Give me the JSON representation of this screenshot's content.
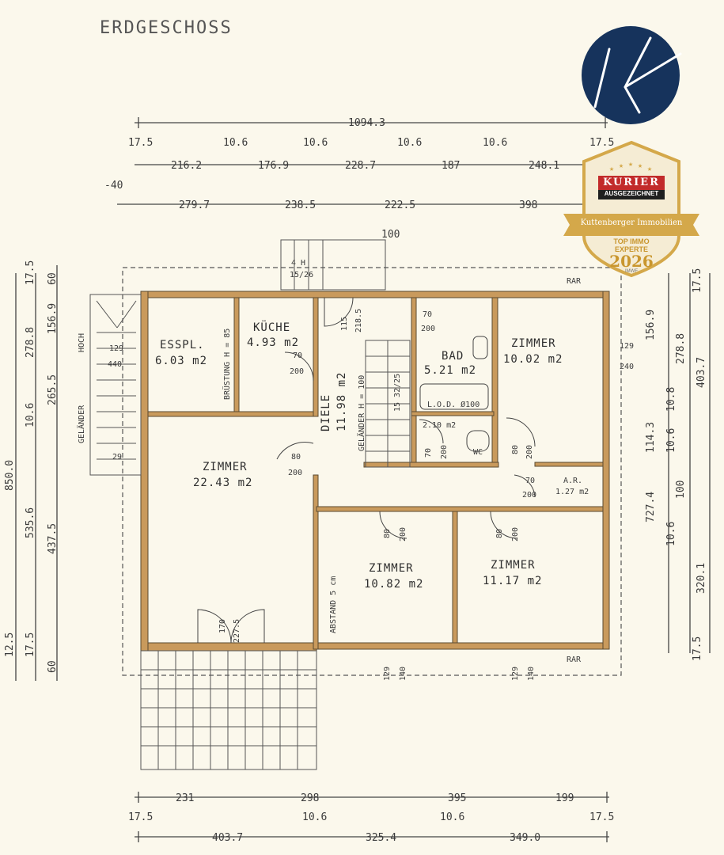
{
  "title": "ERDGESCHOSS",
  "top_dims": {
    "overall": "1094.3",
    "row1": [
      "17.5",
      "10.6",
      "10.6",
      "10.6",
      "10.6",
      "17.5"
    ],
    "row2": [
      "216.2",
      "176.9",
      "228.7",
      "187",
      "248.1"
    ],
    "row3_left": "-40",
    "row3": [
      "279.7",
      "238.5",
      "222.5",
      "398"
    ],
    "marker_100": "100"
  },
  "left_dims": {
    "a": [
      "17.5",
      "60",
      "156.9",
      "278.8",
      "265.5",
      "10.6",
      "850.0",
      "535.6",
      "437.5",
      "12.5",
      "17.5",
      "60"
    ],
    "hoch": "HOCH",
    "gelaender": "GELÄNDER",
    "stair_129": "129",
    "stair_440": "440",
    "stair_29": "29"
  },
  "right_dims": {
    "values": [
      "17.5",
      "156.9",
      "278.8",
      "403.7",
      "10.8",
      "114.3",
      "10.6",
      "727.4",
      "100",
      "10.6",
      "320.1",
      "17.5"
    ],
    "val_129": "129",
    "val_240": "240"
  },
  "bottom_dims": {
    "row1": [
      "231",
      "298",
      "395",
      "199"
    ],
    "row2": [
      "17.5",
      "10.6",
      "10.6",
      "17.5"
    ],
    "row3": [
      "403.7",
      "325.4",
      "349.0"
    ]
  },
  "rooms": [
    {
      "name": "ESSPL.",
      "area": "6.03 m2"
    },
    {
      "name": "KÜCHE",
      "area": "4.93 m2"
    },
    {
      "name": "DIELE",
      "area": "11.98 m2"
    },
    {
      "name": "BAD",
      "area": "5.21 m2"
    },
    {
      "name": "ZIMMER",
      "area": "10.02 m2"
    },
    {
      "name": "ZIMMER",
      "area": "22.43 m2"
    },
    {
      "name": "ZIMMER",
      "area": "10.82 m2"
    },
    {
      "name": "ZIMMER",
      "area": "11.17 m2"
    },
    {
      "name": "A.R.",
      "area": "1.27 m2"
    },
    {
      "name": "WC",
      "area": "2.10 m2"
    }
  ],
  "annotations": {
    "stair_top": "4 H",
    "stair_top2": "15/26",
    "bruestung": "BRÜSTUNG H = 85",
    "gelaender_h": "GELÄNDER H = 100",
    "abstand": "ABSTAND 5 cm",
    "rar_top": "RAR",
    "rar_bottom": "RAR",
    "tub": "L.O.D. Ø100",
    "door_kueche": [
      "70",
      "200"
    ],
    "door_bad": [
      "70",
      "200"
    ],
    "door_zimmer_l": [
      "80",
      "200"
    ],
    "door_zimmer_r": [
      "80",
      "200"
    ],
    "door_ar": [
      "70",
      "200"
    ],
    "door_wc": [
      "70",
      "200"
    ],
    "door_z1082": [
      "80",
      "200"
    ],
    "door_z1117": [
      "80",
      "200"
    ],
    "door_main": [
      "170",
      "227.5"
    ],
    "win_129_140_a": [
      "129",
      "140"
    ],
    "win_129_140_b": [
      "129",
      "140"
    ],
    "stair_steps": "15 32/25",
    "misc_115": "115",
    "misc_218": "218.5",
    "misc_70": "70"
  },
  "badge": {
    "top": "KURIER",
    "sub": "AUSGEZEICHNET",
    "ribbon": "Kuttenberger Immobilien",
    "line1": "TOP IMMO",
    "line2": "EXPERTE",
    "year": "2026",
    "foot": "IMWF"
  },
  "logo_letter": "K",
  "colors": {
    "wall": "#c99a5c",
    "wall_outline": "#5a4a30",
    "ink": "#333333",
    "logo_bg": "#16335c",
    "badge_gold": "#d4a84a",
    "badge_red": "#c22a2a"
  }
}
